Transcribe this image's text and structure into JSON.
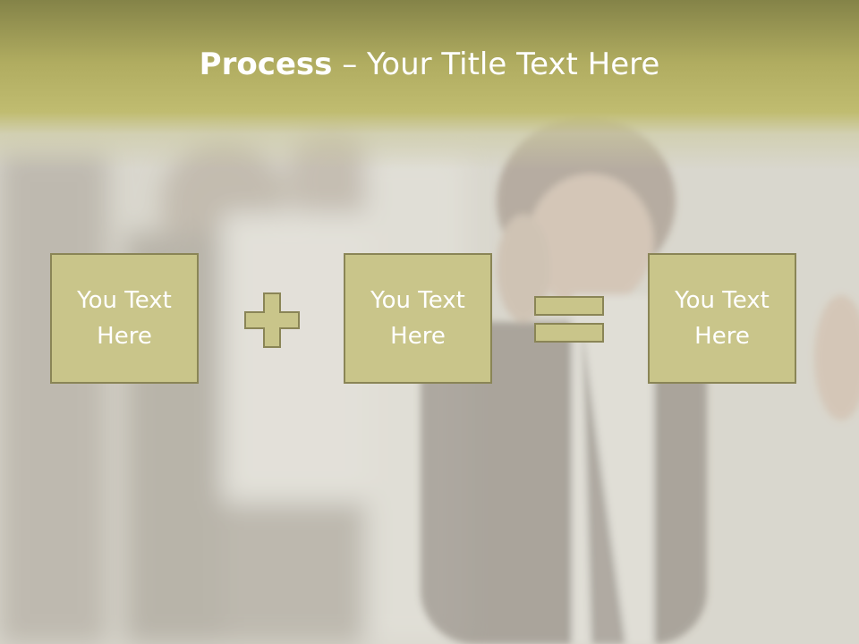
{
  "title": {
    "bold": "Process",
    "dash": " – ",
    "rest": "Your Title Text Here"
  },
  "boxes": [
    {
      "text": "You Text Here"
    },
    {
      "text": "You Text Here"
    },
    {
      "text": "You Text Here"
    }
  ],
  "operators": {
    "plus": "plus-icon",
    "equals": "equals-icon"
  },
  "colors": {
    "header": "#b3ae62",
    "box_fill": "#c9c58a",
    "box_border": "#8a8556",
    "text": "#ffffff"
  }
}
